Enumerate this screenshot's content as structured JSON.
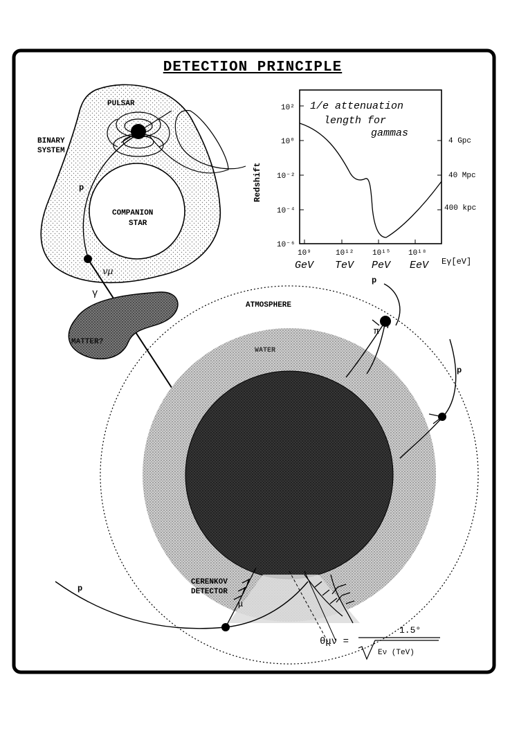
{
  "title": "DETECTION PRINCIPLE",
  "labels": {
    "pulsar": "PULSAR",
    "binary_system_line1": "BINARY",
    "binary_system_line2": "SYSTEM",
    "companion_line1": "COMPANION",
    "companion_line2": "STAR",
    "p_source": "p",
    "nu_mu": "νμ",
    "gamma": "γ",
    "matter": "MATTER?",
    "redshift": "Redshift",
    "atmosphere": "ATMOSPHERE",
    "water": "WATER",
    "pi": "π",
    "p_top": "p",
    "p_right": "p",
    "p_left": "p",
    "mu": "μ",
    "cerenkov_line1": "CERENKOV",
    "cerenkov_line2": "DETECTOR"
  },
  "inset": {
    "handwritten_line1": "1/e attenuation",
    "handwritten_line2": "length for",
    "handwritten_line3": "gammas",
    "xlabel": "Eγ[eV]",
    "x_ticks": [
      "10⁹",
      "10¹²",
      "10¹⁵",
      "10¹⁸"
    ],
    "x_energy_names": [
      "GeV",
      "TeV",
      "PeV",
      "EeV"
    ],
    "y_ticks": [
      "10²",
      "10⁰",
      "10⁻²",
      "10⁻⁴",
      "10⁻⁶"
    ],
    "right_ticks": [
      "4 Gpc",
      "40 Mpc",
      "400 kpc"
    ]
  },
  "formula": {
    "lhs": "θμν =",
    "numerator": "1.5°",
    "denominator": "Eν (TeV)"
  }
}
